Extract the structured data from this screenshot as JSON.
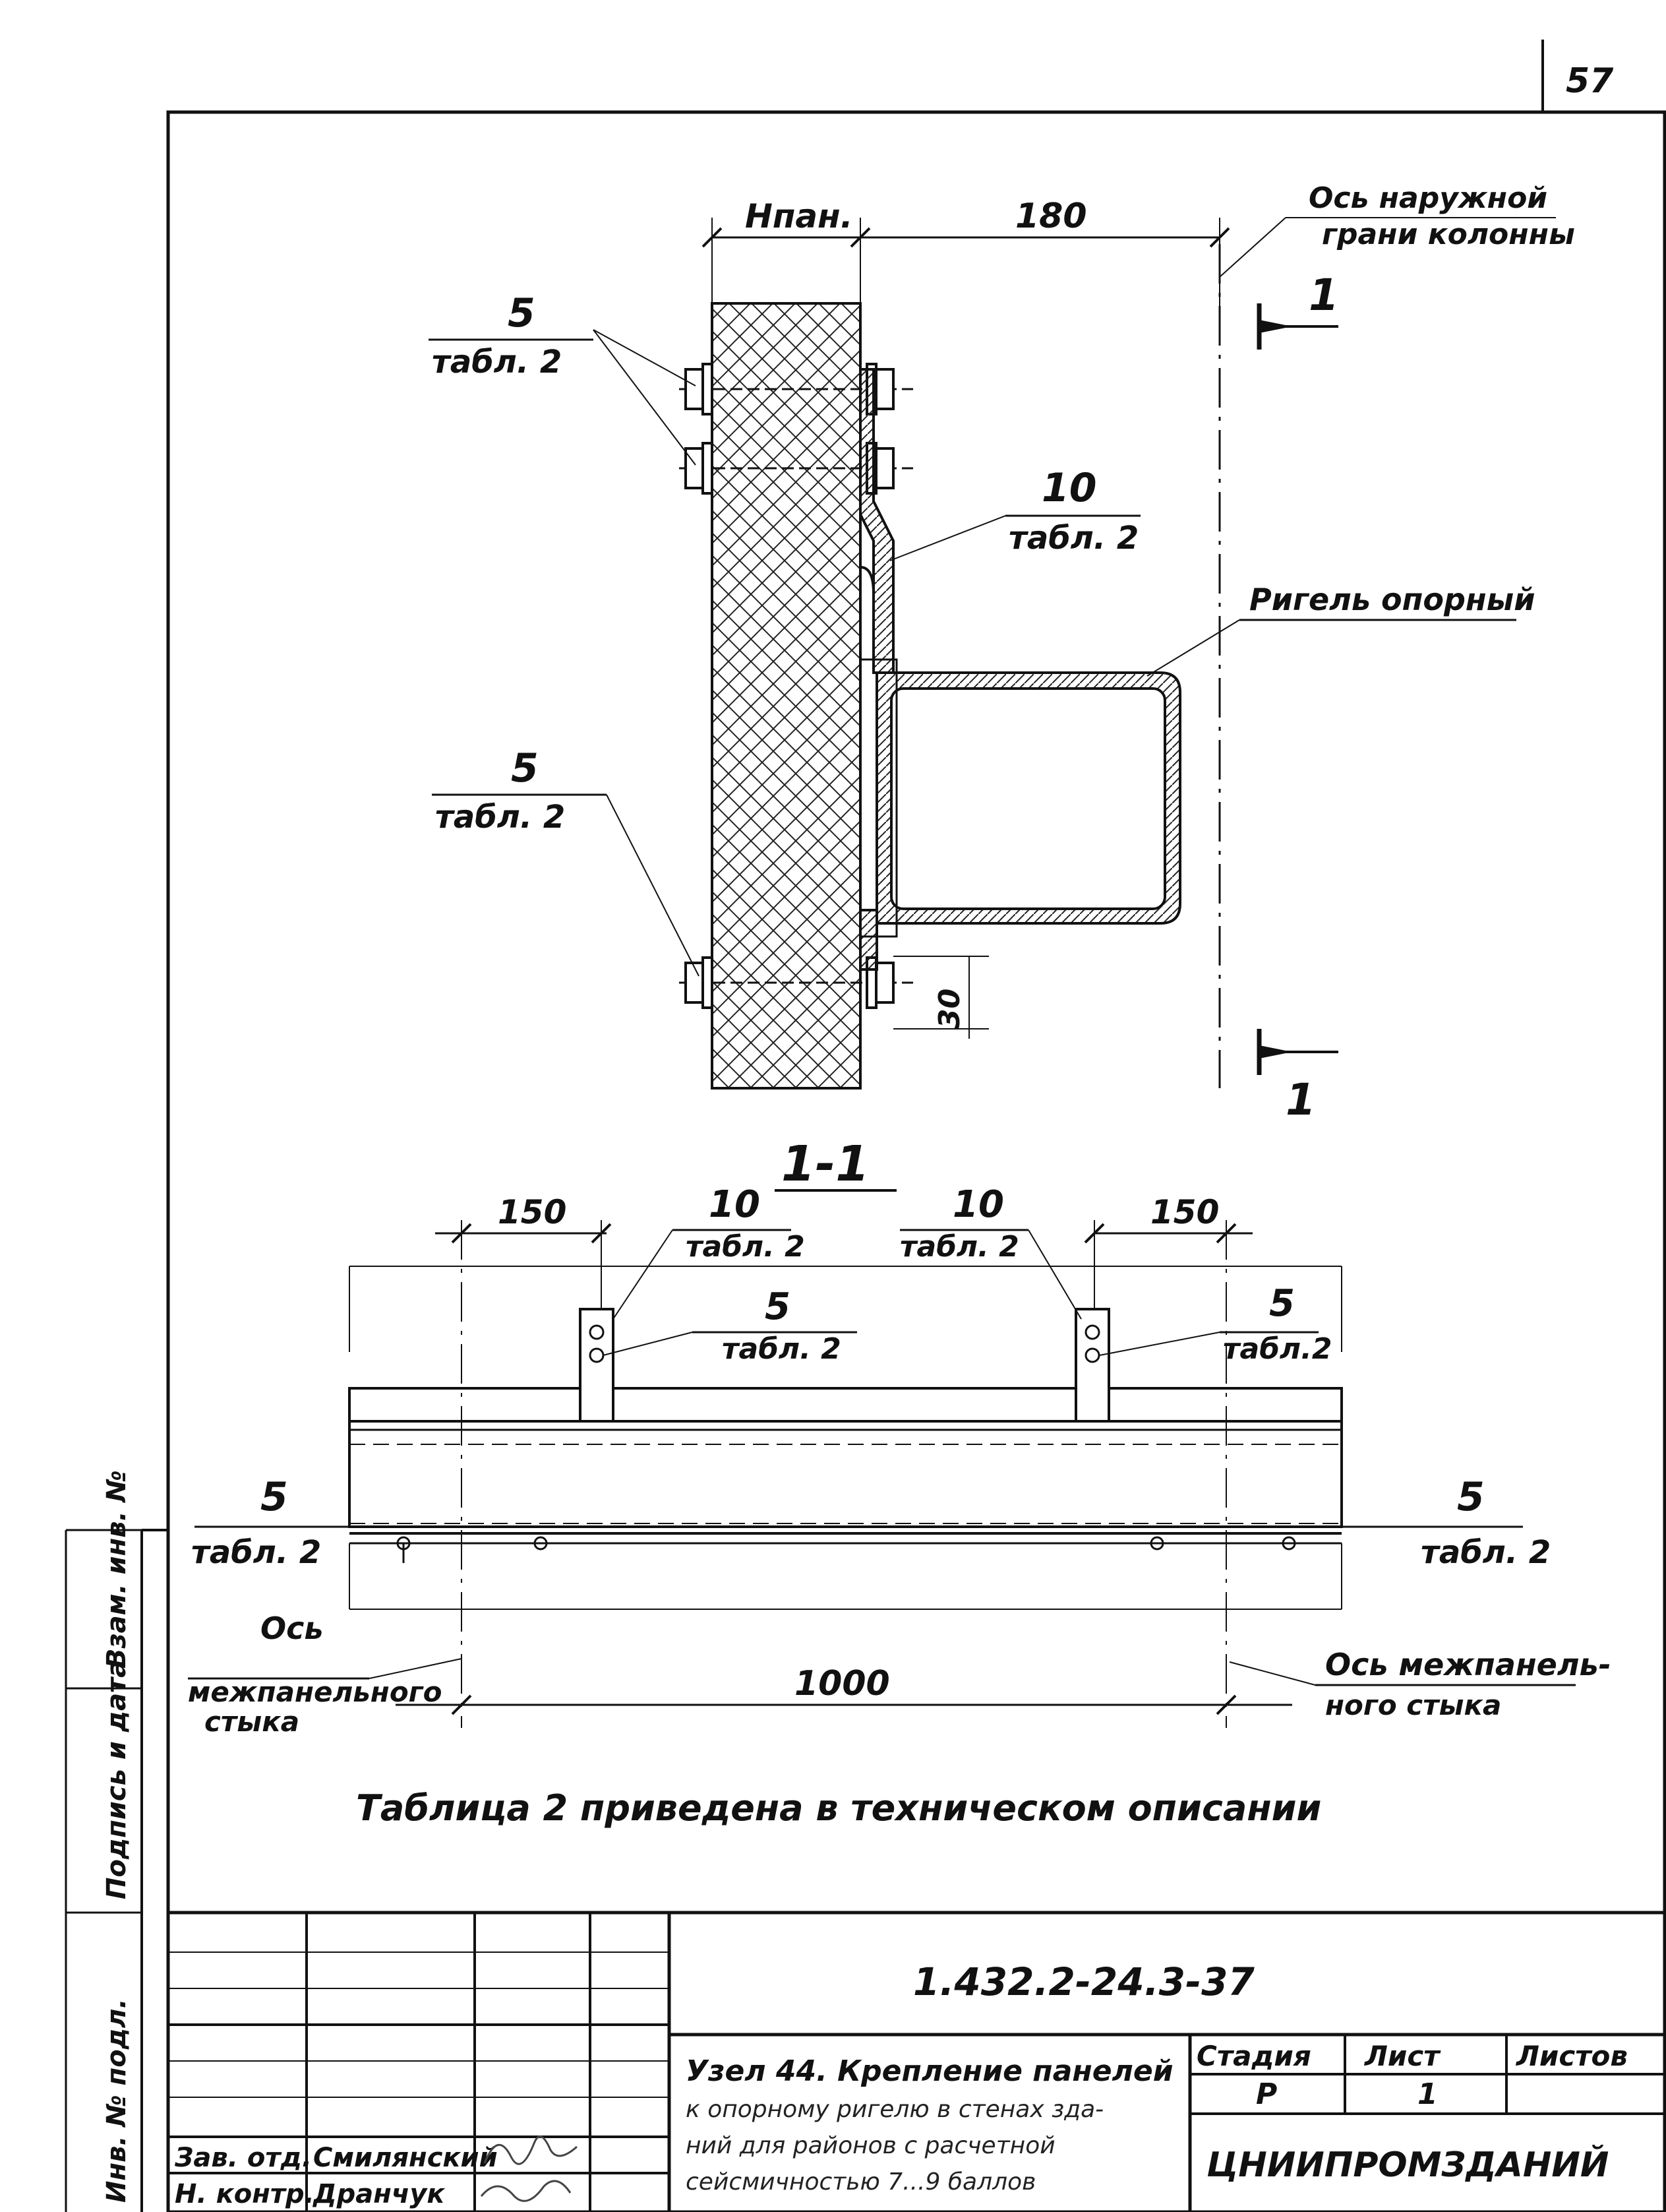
{
  "page_number": "57",
  "top_view": {
    "dim_panel": "Нпан.",
    "dim_offset": "180",
    "axis_label_line1": "Ось наружной",
    "axis_label_line2": "грани колонны",
    "section_mark_top": "1",
    "section_mark_bottom": "1",
    "callout_bolts_top_num": "5",
    "callout_bolts_top_ref": "табл. 2",
    "callout_bracket_num": "10",
    "callout_bracket_ref": "табл. 2",
    "callout_girder": "Ригель опорный",
    "callout_bolts_bottom_num": "5",
    "callout_bolts_bottom_ref": "табл. 2",
    "dim_30": "30"
  },
  "section_view": {
    "title": "1-1",
    "dim_left": "150",
    "dim_right": "150",
    "bracket_left_num": "10",
    "bracket_left_ref": "табл. 2",
    "bracket_right_num": "10",
    "bracket_right_ref": "табл. 2",
    "bolt_left_num": "5",
    "bolt_left_ref": "табл. 2",
    "bolt_right_num": "5",
    "bolt_right_ref": "табл.2",
    "side_left_num": "5",
    "side_left_ref": "табл. 2",
    "side_right_num": "5",
    "side_right_ref": "табл. 2",
    "axis_left_line1": "Ось",
    "axis_left_line2": "межпанельного",
    "axis_left_line3": "стыка",
    "axis_right_line1": "Ось межпанель-",
    "axis_right_line2": "ного стыка",
    "dim_span": "1000"
  },
  "note": "Таблица 2 приведена в техническом описании",
  "side_strip": {
    "col1": "Взам. инв. №",
    "col2": "Подпись и дата",
    "col3": "Инв. № подл."
  },
  "title_block": {
    "doc_code": "1.432.2-24.3-37",
    "title_line1": "Узел 44. Крепление панелей",
    "title_line2": "к опорному ригелю в стенах зда-",
    "title_line3": "ний для районов с расчетной",
    "title_line4": "сейсмичностью 7...9 баллов",
    "stage_header": "Стадия",
    "sheet_header": "Лист",
    "sheets_header": "Листов",
    "stage_value": "Р",
    "sheet_value": "1",
    "sheets_value": "",
    "org": "ЦНИИПРОМЗДАНИЙ",
    "row1_role": "Зав. отд.",
    "row1_name": "Смилянский",
    "row2_role": "Н. контр.",
    "row2_name": "Дранчук"
  }
}
